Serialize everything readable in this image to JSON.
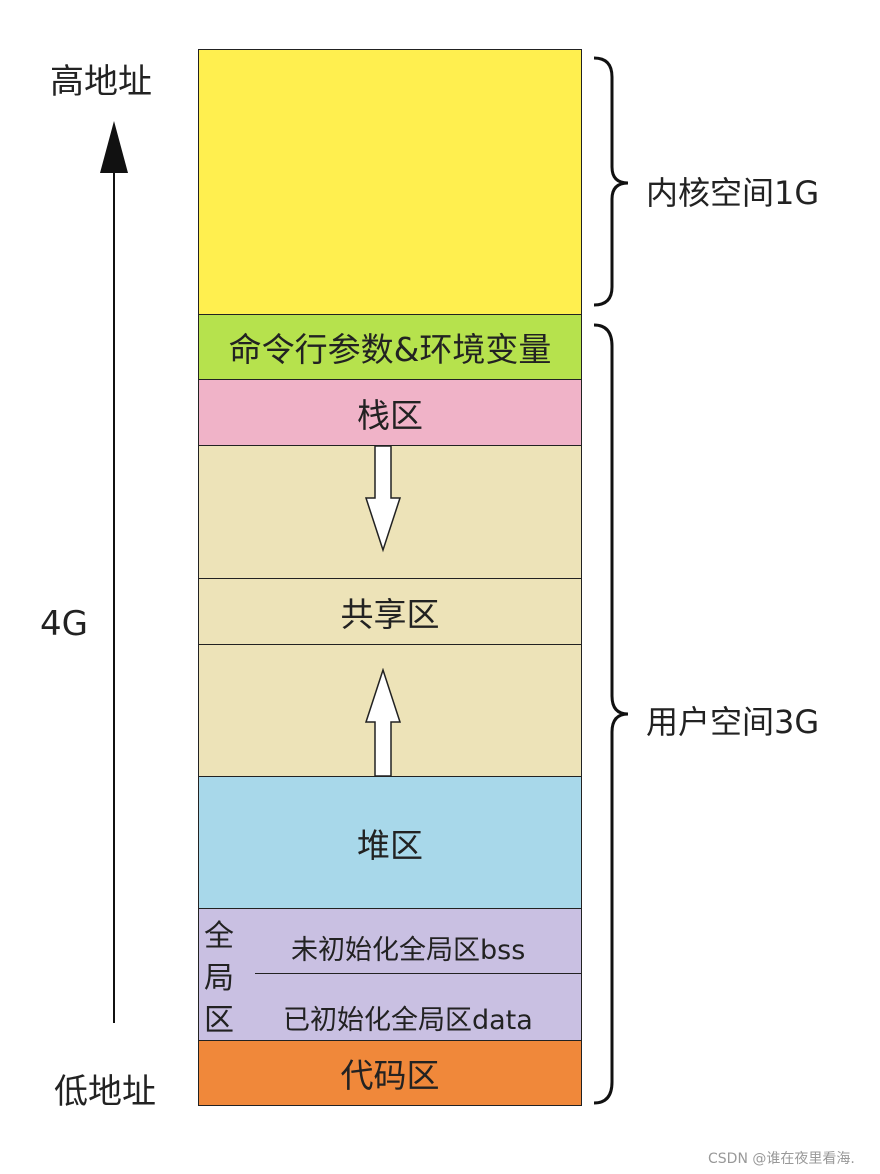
{
  "axis": {
    "high_label": "高地址",
    "low_label": "低地址",
    "size_label": "4G"
  },
  "segments": {
    "kernel": {
      "label": "",
      "color": "#FFEF4F"
    },
    "args_env": {
      "label": "命令行参数&环境变量",
      "color": "#B6E24D"
    },
    "stack": {
      "label": "栈区",
      "color": "#F0B3C8"
    },
    "stack_growth": {
      "label": "",
      "color": "#EDE3B8"
    },
    "shared": {
      "label": "共享区",
      "color": "#EDE3B8"
    },
    "heap_growth": {
      "label": "",
      "color": "#EDE3B8"
    },
    "heap": {
      "label": "堆区",
      "color": "#A8D8EA"
    },
    "global": {
      "title_chars": [
        "全",
        "局",
        "区"
      ],
      "bss": "未初始化全局区bss",
      "data": "已初始化全局区data",
      "color": "#C9C0E2"
    },
    "code": {
      "label": "代码区",
      "color": "#F0883A"
    }
  },
  "braces": {
    "kernel": "内核空间1G",
    "user": "用户空间3G"
  },
  "watermark": "CSDN @谁在夜里看海."
}
